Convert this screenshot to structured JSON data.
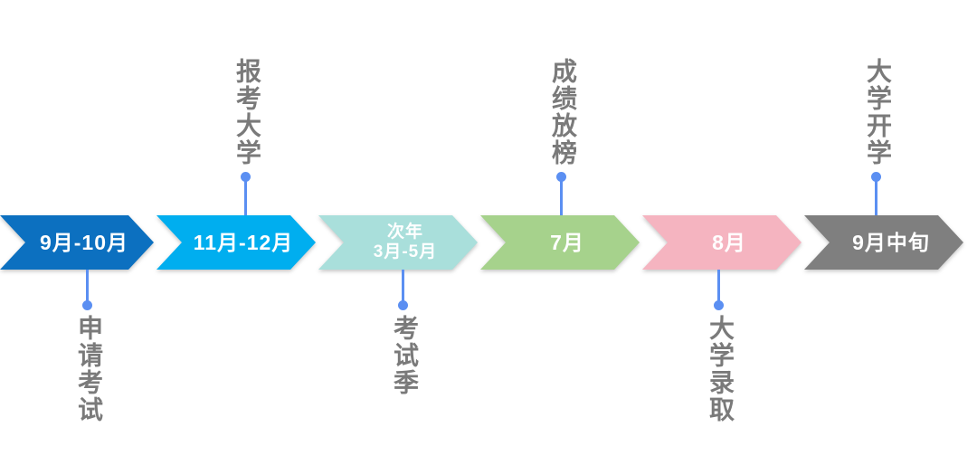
{
  "timeline": {
    "description_colors": {
      "connector": "#5B8FF2",
      "stage_label_text": "#7A7A7A",
      "period_text": "#FFFFFF",
      "background": "#FFFFFF"
    },
    "items": [
      {
        "period": "9月-10月",
        "label": "申请考试",
        "label_position": "below",
        "color": "#0C70C0"
      },
      {
        "period": "11月-12月",
        "label": "报考大学",
        "label_position": "above",
        "color": "#00AEEF"
      },
      {
        "period": "次年\n3月-5月",
        "label": "考试季",
        "label_position": "below",
        "color": "#A9DFDB"
      },
      {
        "period": "7月",
        "label": "成绩放榜",
        "label_position": "above",
        "color": "#A6D28C"
      },
      {
        "period": "8月",
        "label": "大学录取",
        "label_position": "below",
        "color": "#F5B4C0"
      },
      {
        "period": "9月中旬",
        "label": "大学开学",
        "label_position": "above",
        "color": "#7F7F7F"
      }
    ]
  }
}
